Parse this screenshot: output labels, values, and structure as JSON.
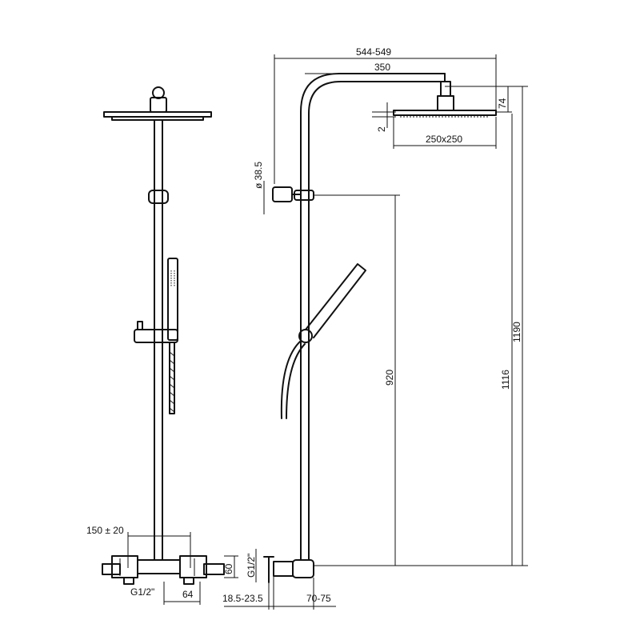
{
  "dimensions": {
    "total_width": "544-549",
    "arm_length": "350",
    "arm_height": "74",
    "head_thickness": "2",
    "head_size": "250x250",
    "bracket_diameter": "ø 38.5",
    "slider_height": "920",
    "rail_height": "1116",
    "total_height": "1190",
    "valve_spacing": "150 ± 20",
    "valve_height": "60",
    "inlet_thread_front": "G1/2\"",
    "valve_depth": "64",
    "inlet_thread_side": "G1/2\"",
    "eccentric_offset": "18.5-23.5",
    "wall_offset": "70-75"
  }
}
